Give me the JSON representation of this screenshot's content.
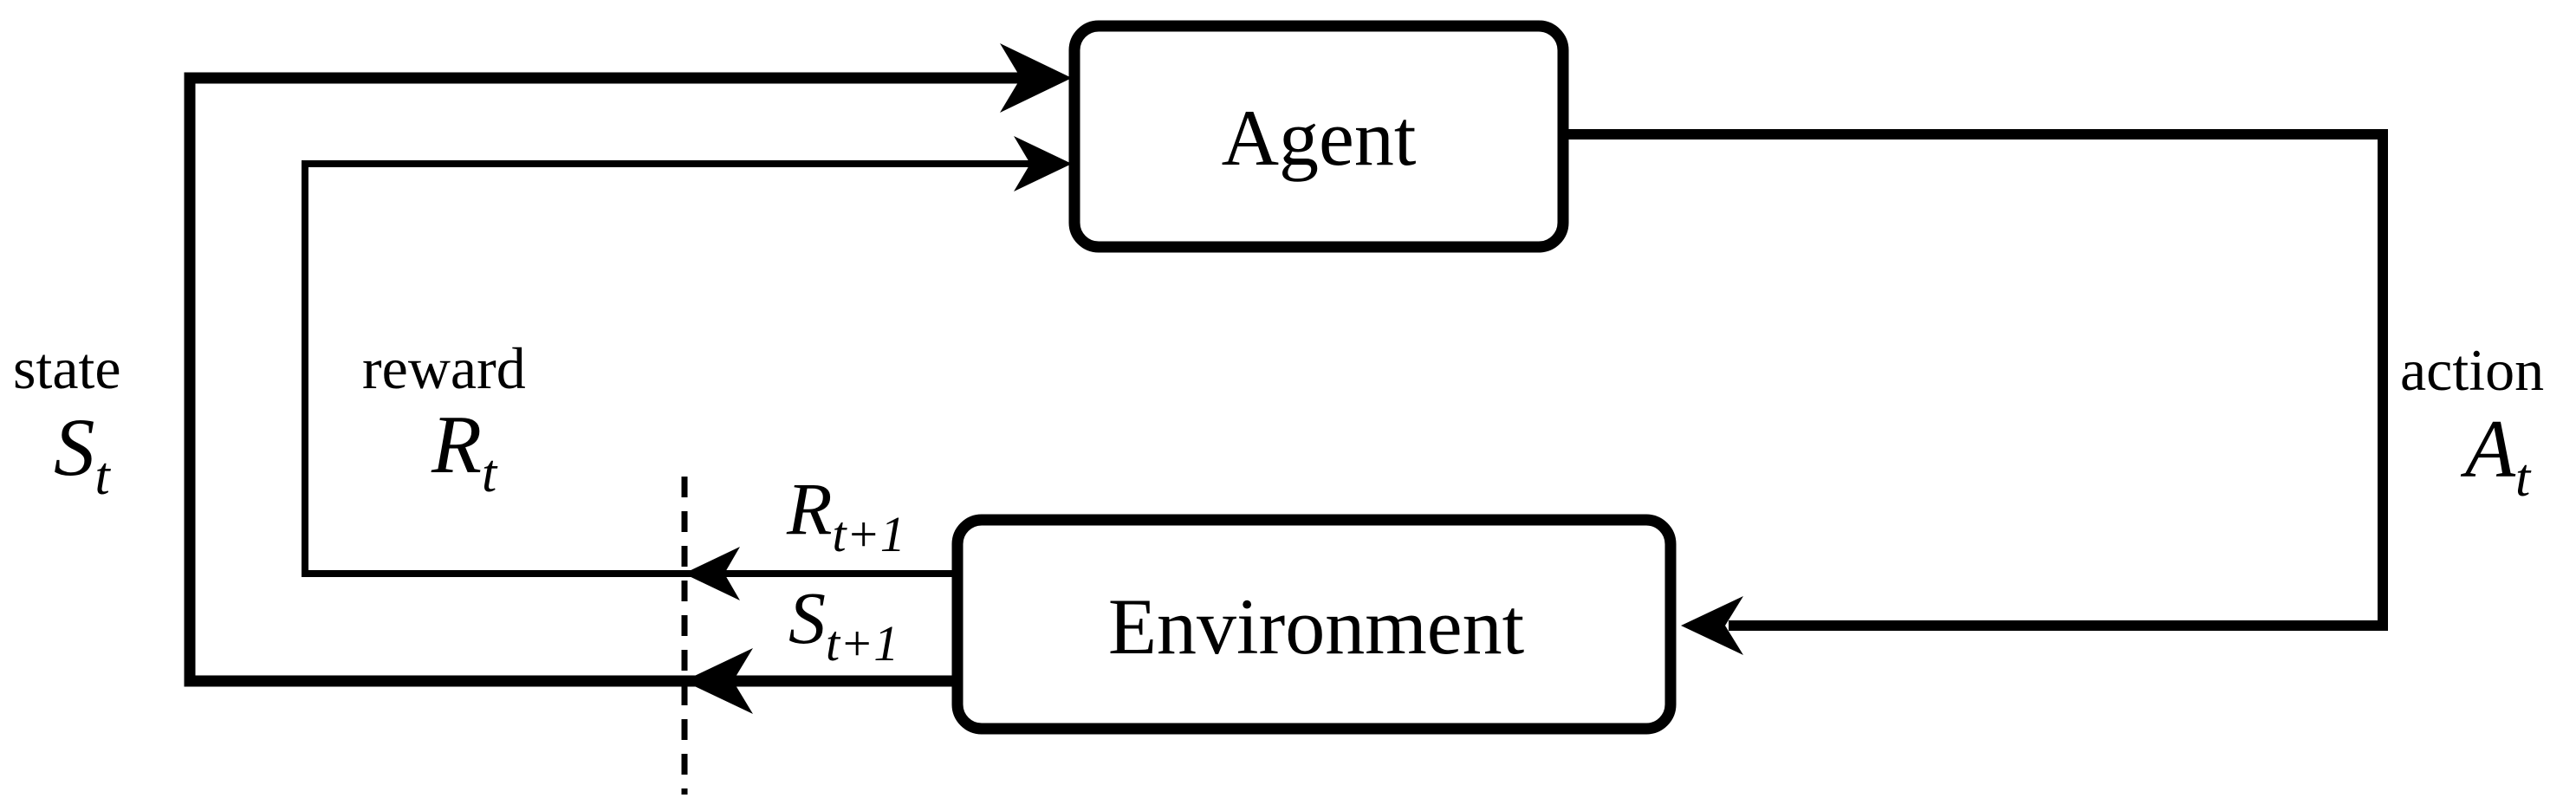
{
  "diagram_type": "rl-agent-environment-loop",
  "colors": {
    "ink": "#000000",
    "background": "#ffffff"
  },
  "nodes": {
    "agent": {
      "label": "Agent"
    },
    "environment": {
      "label": "Environment"
    }
  },
  "edges": {
    "state": {
      "word": "state",
      "symbol": "S",
      "subscript": "t"
    },
    "reward": {
      "word": "reward",
      "symbol": "R",
      "subscript": "t"
    },
    "action": {
      "word": "action",
      "symbol": "A",
      "subscript": "t"
    },
    "next_reward": {
      "symbol": "R",
      "subscript": "t+1"
    },
    "next_state": {
      "symbol": "S",
      "subscript": "t+1"
    }
  }
}
